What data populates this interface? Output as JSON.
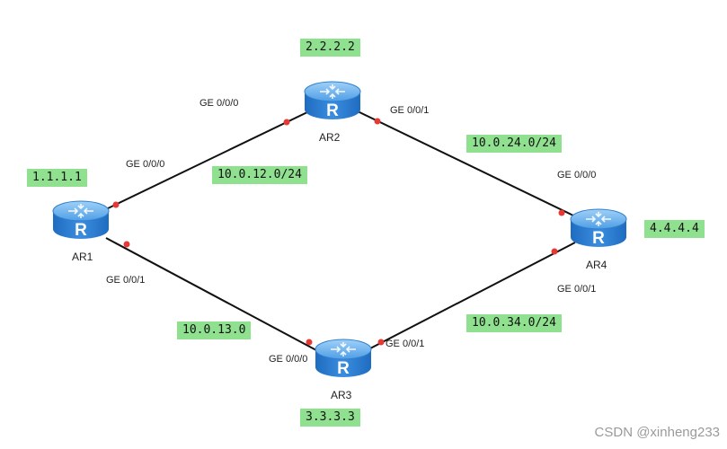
{
  "routers": {
    "ar1": {
      "name": "AR1",
      "glyph": "R",
      "router_id": "1.1.1.1"
    },
    "ar2": {
      "name": "AR2",
      "glyph": "R",
      "router_id": "2.2.2.2"
    },
    "ar3": {
      "name": "AR3",
      "glyph": "R",
      "router_id": "3.3.3.3"
    },
    "ar4": {
      "name": "AR4",
      "glyph": "R",
      "router_id": "4.4.4.4"
    }
  },
  "links": {
    "ar1_ar2": {
      "subnet": "10.0.12.0/24",
      "a_port": "GE 0/0/0",
      "b_port": "GE 0/0/0"
    },
    "ar1_ar3": {
      "subnet": "10.0.13.0",
      "a_port": "GE 0/0/1",
      "b_port": "GE 0/0/0"
    },
    "ar2_ar4": {
      "subnet": "10.0.24.0/24",
      "a_port": "GE 0/0/1",
      "b_port": "GE 0/0/0"
    },
    "ar3_ar4": {
      "subnet": "10.0.34.0/24",
      "a_port": "GE 0/0/1",
      "b_port": "GE 0/0/1"
    }
  },
  "watermark": "CSDN @xinheng233",
  "colors": {
    "label_bg": "#8fe08f",
    "port_dot": "#e53935",
    "router_top": "#6fb3ea",
    "router_body": "#2f7fd0"
  }
}
